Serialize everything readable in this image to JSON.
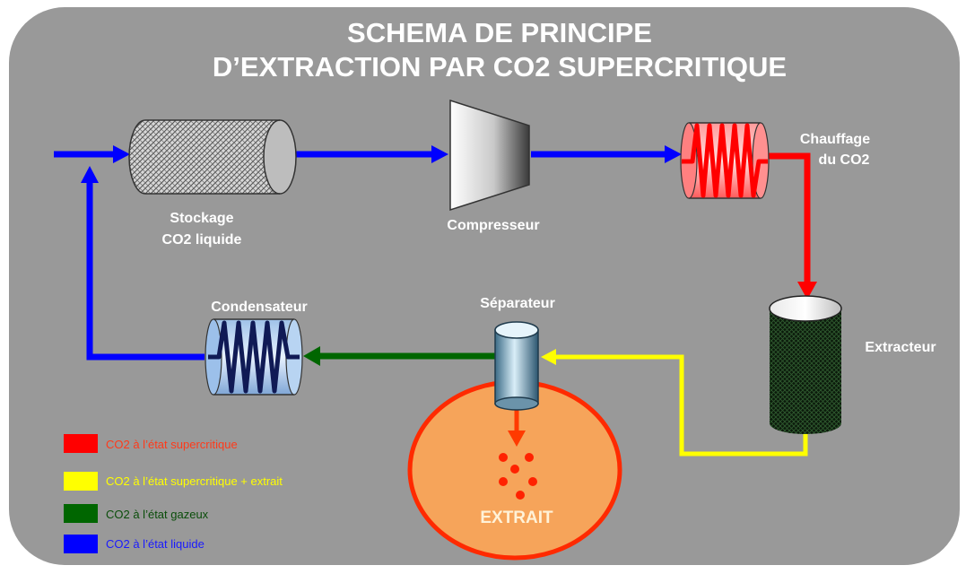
{
  "title": {
    "line1": "SCHEMA DE PRINCIPE",
    "line2": "D’EXTRACTION PAR CO2 SUPERCRITIQUE"
  },
  "components": {
    "stockage": {
      "line1": "Stockage",
      "line2": "CO2 liquide"
    },
    "compresseur": {
      "label": "Compresseur"
    },
    "chauffage": {
      "line1": "Chauffage",
      "line2": "du CO2"
    },
    "extracteur": {
      "label": "Extracteur"
    },
    "separateur": {
      "label": "Séparateur"
    },
    "condensateur": {
      "label": "Condensateur"
    },
    "extrait": {
      "label": "EXTRAIT"
    }
  },
  "legend": [
    {
      "label": "CO2 à l’état supercritique",
      "color": "#ff0000",
      "text_color": "#ff3a1a"
    },
    {
      "label": "CO2 à l’état supercritique + extrait",
      "color": "#ffff00",
      "text_color": "#ffff00"
    },
    {
      "label": "CO2 à l’état gazeux",
      "color": "#006600",
      "text_color": "#0a4d0a"
    },
    {
      "label": "CO2 à l’état liquide",
      "color": "#0000ff",
      "text_color": "#1a1aff"
    }
  ],
  "colors": {
    "background_panel": "#999999",
    "supercritical": "#ff0000",
    "supercritical_extract": "#ffff00",
    "gaseous": "#006600",
    "liquid": "#0000ff",
    "extract_pool": "#f6a45a",
    "extract_pool_border": "#ff2a00"
  }
}
